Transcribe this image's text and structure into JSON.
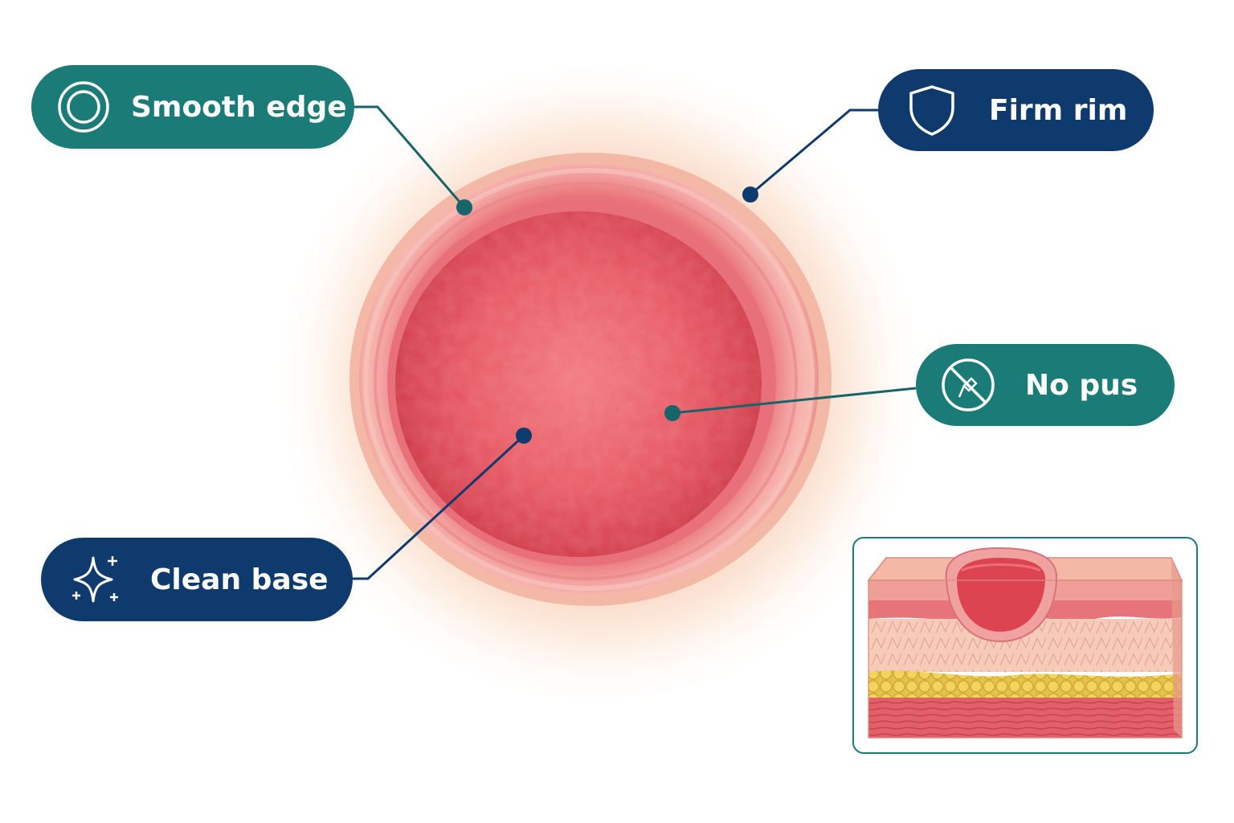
{
  "colors": {
    "teal": "#1a7b77",
    "navy": "#0f3a6e",
    "leader_line": "#17646b",
    "wound_base": "#e0505a",
    "wound_rim": "#f0a0a0",
    "skin": "#f8cfae",
    "inset_border": "#1d7a76"
  },
  "labels": {
    "smooth_edge": {
      "text": "Smooth edge",
      "icon": "concentric-circles-icon",
      "color": "#1a7b77"
    },
    "firm_rim": {
      "text": "Firm rim",
      "icon": "shield-icon",
      "color": "#0f3a6e"
    },
    "no_pus": {
      "text": "No pus",
      "icon": "prohibited-icon",
      "color": "#1a7b77"
    },
    "clean_base": {
      "text": "Clean base",
      "icon": "sparkle-icon",
      "color": "#0f3a6e"
    }
  },
  "inset": {
    "name": "skin-cross-section",
    "layers": [
      "epidermis",
      "dermis",
      "subcutaneous-fat",
      "muscle"
    ]
  }
}
